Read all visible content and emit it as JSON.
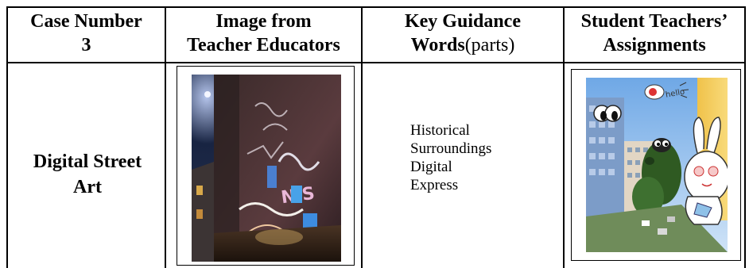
{
  "headers": {
    "col1_line1": "Case Number",
    "col1_line2": "3",
    "col2_line1": "Image from",
    "col2_line2": "Teacher Educators",
    "col3_line1": "Key Guidance",
    "col3_line2_bold": "Words",
    "col3_line2_normal": "(parts)",
    "col4_line1": "Student Teachers’",
    "col4_line2": "Assignments"
  },
  "row": {
    "case_title_line1": "Digital Street",
    "case_title_line2": "Art",
    "guidance_words": [
      "Historical",
      "Surroundings",
      "Digital",
      "Express"
    ],
    "teacher_image": {
      "icon": "graffiti-wall-photo"
    },
    "student_image": {
      "icon": "cartoon-characters-on-building-photo",
      "speech_text": "hello"
    }
  }
}
